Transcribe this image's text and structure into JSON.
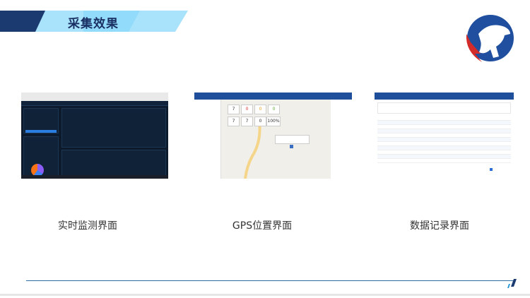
{
  "title": "采集效果",
  "screens": [
    {
      "caption": "实时监测界面"
    },
    {
      "caption": "GPS位置界面",
      "cards": [
        "7",
        "0",
        "0",
        "0",
        "7",
        "7",
        "0",
        "100%"
      ]
    },
    {
      "caption": "数据记录界面"
    }
  ],
  "colors": {
    "navy": "#1b3a70",
    "light_blue": "#a8e2fb",
    "line": "#2c6ea5"
  }
}
